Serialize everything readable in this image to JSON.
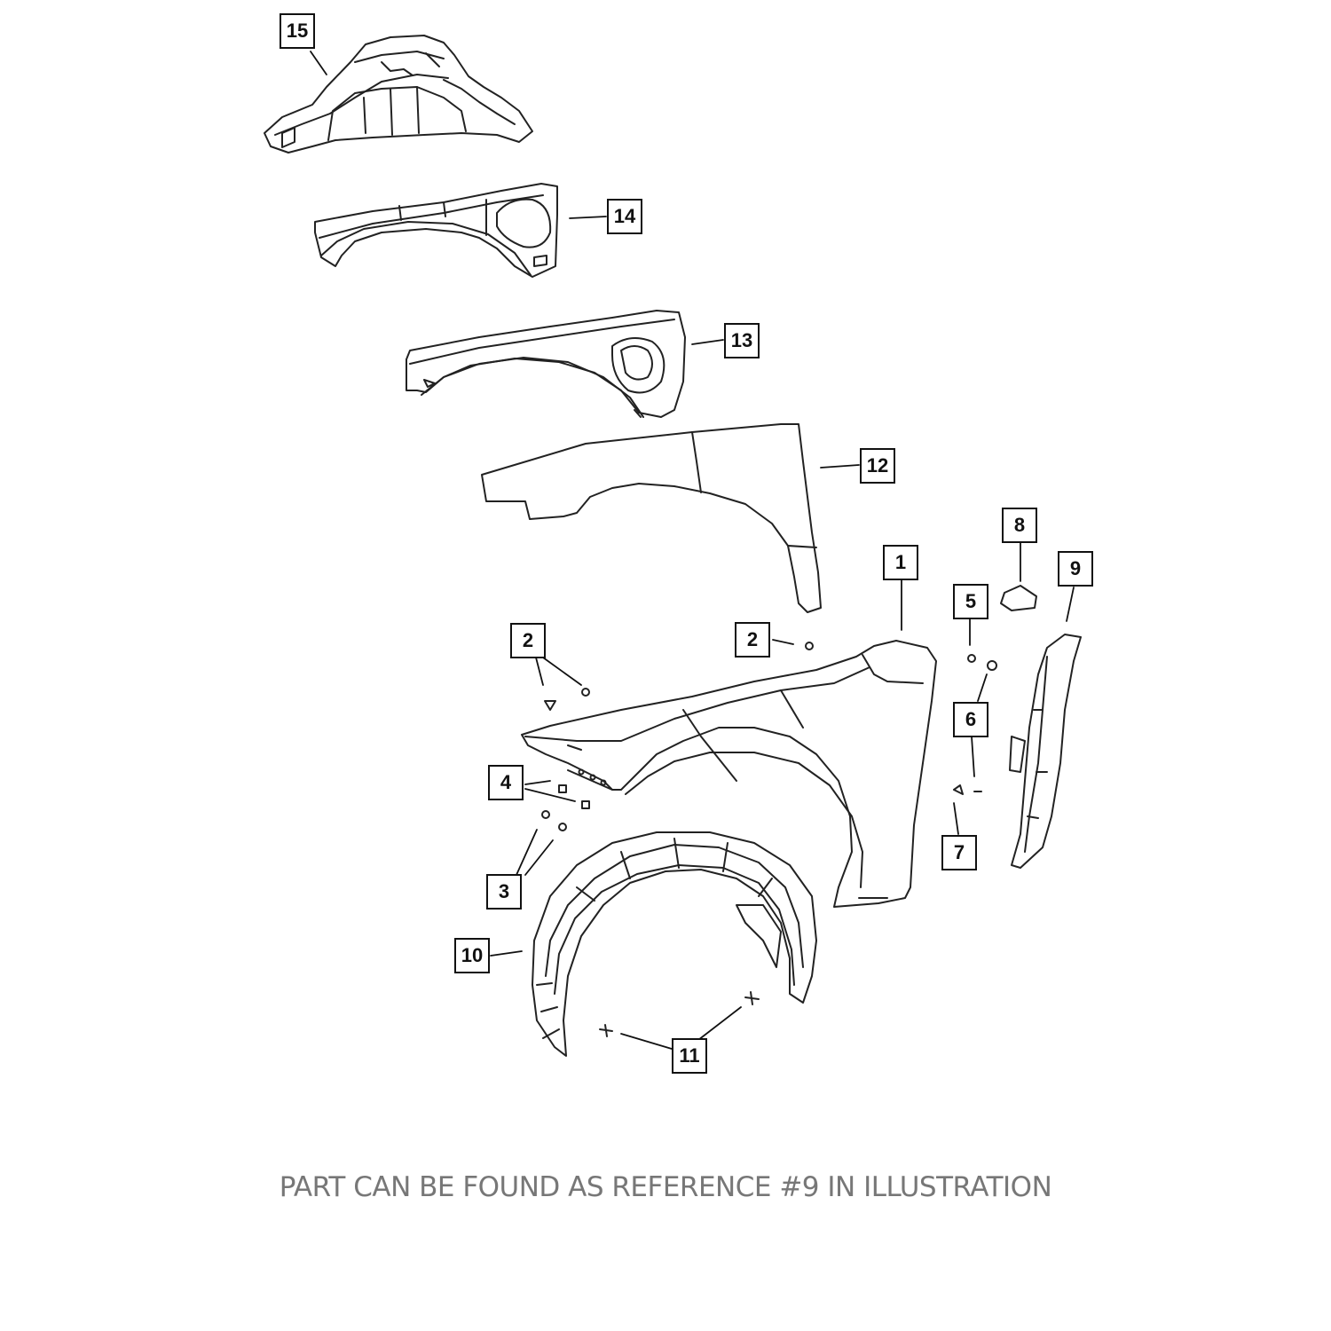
{
  "callouts": {
    "c15": "15",
    "c14": "14",
    "c13": "13",
    "c12": "12",
    "c1": "1",
    "c2a": "2",
    "c2b": "2",
    "c3": "3",
    "c4": "4",
    "c5": "5",
    "c6": "6",
    "c7": "7",
    "c8": "8",
    "c9": "9",
    "c10": "10",
    "c11": "11"
  },
  "caption": "PART CAN BE FOUND AS REFERENCE #9 IN ILLUSTRATION",
  "colors": {
    "line": "#111111",
    "caption": "#777777",
    "fill": "#ffffff"
  }
}
